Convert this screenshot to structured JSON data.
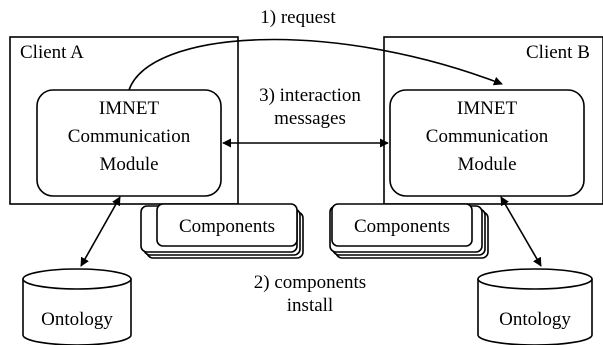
{
  "client_a": {
    "title": "Client A",
    "module_lines": [
      "IMNET",
      "Communication",
      "Module"
    ]
  },
  "client_b": {
    "title": "Client B",
    "module_lines": [
      "IMNET",
      "Communication",
      "Module"
    ]
  },
  "components_left": "Components",
  "components_right": "Components",
  "ontology_left": "Ontology",
  "ontology_right": "Ontology",
  "edges": {
    "request": "1) request",
    "install_lines": [
      "2) components",
      "install"
    ],
    "interaction_lines": [
      "3) interaction",
      "messages"
    ]
  }
}
